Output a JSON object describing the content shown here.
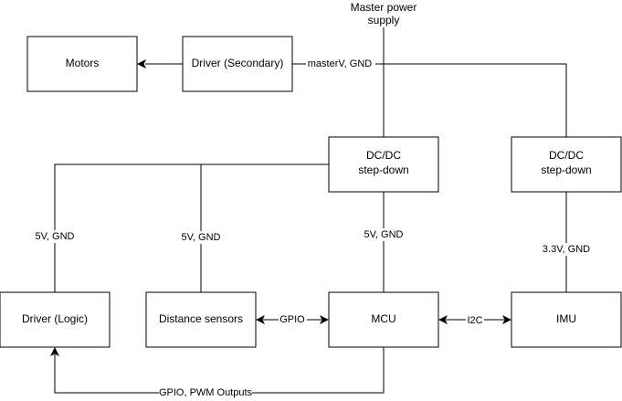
{
  "title": {
    "line1": "Master power",
    "line2": "supply"
  },
  "nodes": {
    "motors": "Motors",
    "driver_secondary": "Driver (Secondary)",
    "dcdc_main_line1": "DC/DC",
    "dcdc_main_line2": "step-down",
    "dcdc_imu_line1": "DC/DC",
    "dcdc_imu_line2": "step-down",
    "driver_logic": "Driver (Logic)",
    "distance_sensors": "Distance sensors",
    "mcu": "MCU",
    "imu": "IMU"
  },
  "edges": {
    "master_bus": "masterV, GND",
    "to_driver_logic": "5V, GND",
    "to_distance": "5V, GND",
    "to_mcu": "5V, GND",
    "to_imu": "3.3V, GND",
    "gpio": "GPIO",
    "i2c": "I2C",
    "gpio_pwm": "GPIO, PWM Outputs"
  }
}
